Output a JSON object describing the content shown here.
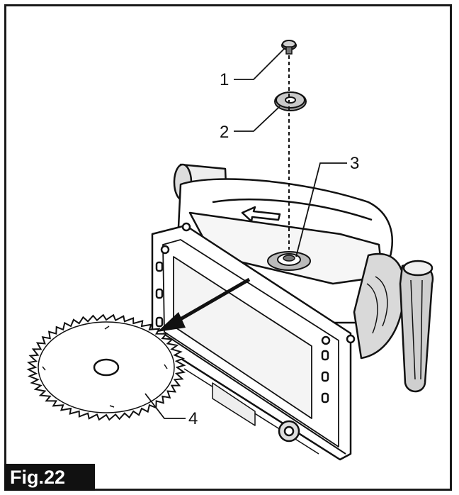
{
  "figure": {
    "label": "Fig.22"
  },
  "callouts": {
    "c1": "1",
    "c2": "2",
    "c3": "3",
    "c4": "4"
  },
  "colors": {
    "ink": "#111111",
    "gray": "#8a8a8a",
    "light_gray": "#c9c9c9",
    "badge_bg": "#111111",
    "badge_fg": "#ffffff"
  }
}
